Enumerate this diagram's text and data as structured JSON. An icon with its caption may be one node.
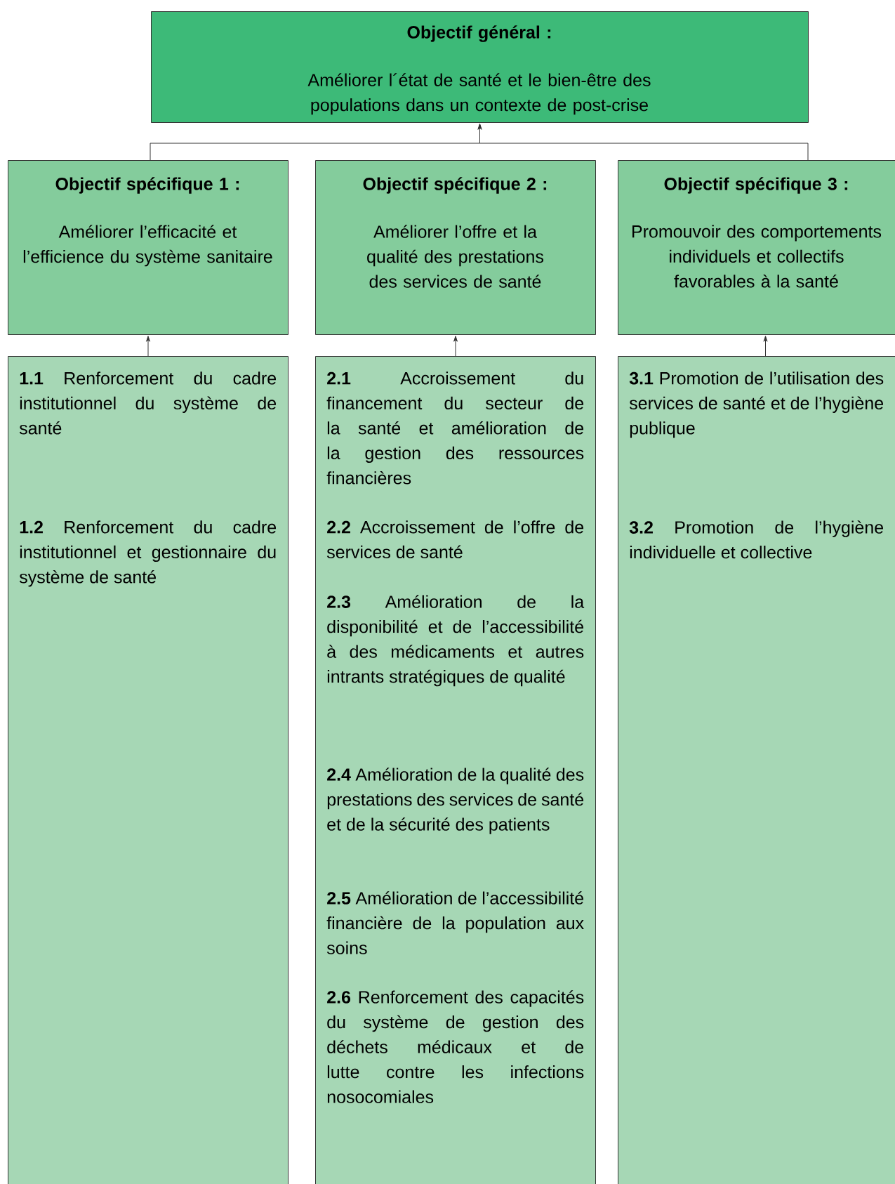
{
  "diagram": {
    "nodes": [
      {
        "text": [
          "Objectif général :",
          "Améliorer l´état de santé et le bien-être des populations dans un contexte de post-crise"
        ]
      },
      {
        "text": [
          "Objectif spécifique 1 :",
          "Améliorer l’efficacité et l’efficience du système sanitaire"
        ]
      },
      {
        "text": [
          "Objectif spécifique 2 :",
          "Améliorer l’offre et la qualité des prestations des services de santé"
        ]
      },
      {
        "text": [
          "Objectif spécifique 3 :",
          "Promouvoir des comportements individuels et collectifs favorables à la santé"
        ]
      },
      {
        "text": [
          "**1.1** Renforcement du cadre institutionnel du système de santé",
          "**1.2** Renforcement du cadre institutionnel et gestionnaire du système de santé"
        ]
      },
      {
        "text": [
          "**2.1** Accroissement du financement du secteur de la santé et amélioration de la gestion des ressources financières",
          "**2.2** Accroissement de l’offre de services de santé",
          "**2.3** Amélioration de la disponibilité et de l’accessibilité à des médicaments et autres intrants stratégiques de qualité",
          "**2.4** Amélioration de la qualité des prestations des services de santé et de la sécurité des patients",
          "**2.5** Amélioration de l’accessibilité financière de la population aux soins",
          "**2.6** Renforcement des capacités du système de gestion des déchets médicaux et de lutte contre les infections nosocomiales"
        ]
      },
      {
        "text": [
          "**3.1** Promotion de l’utilisation des services de santé et de l’hygiène publique",
          "**3.2** Promotion de l’hygiène individuelle et collective"
        ]
      }
    ],
    "edges": [
      {
        "from": 1,
        "to": 0,
        "arrow": "to"
      },
      {
        "from": 3,
        "to": 0,
        "arrow": "to"
      },
      {
        "from": 4,
        "to": 1,
        "arrow": "to"
      },
      {
        "from": 5,
        "to": 2,
        "arrow": "to"
      },
      {
        "from": 6,
        "to": 3,
        "arrow": "to"
      }
    ]
  }
}
